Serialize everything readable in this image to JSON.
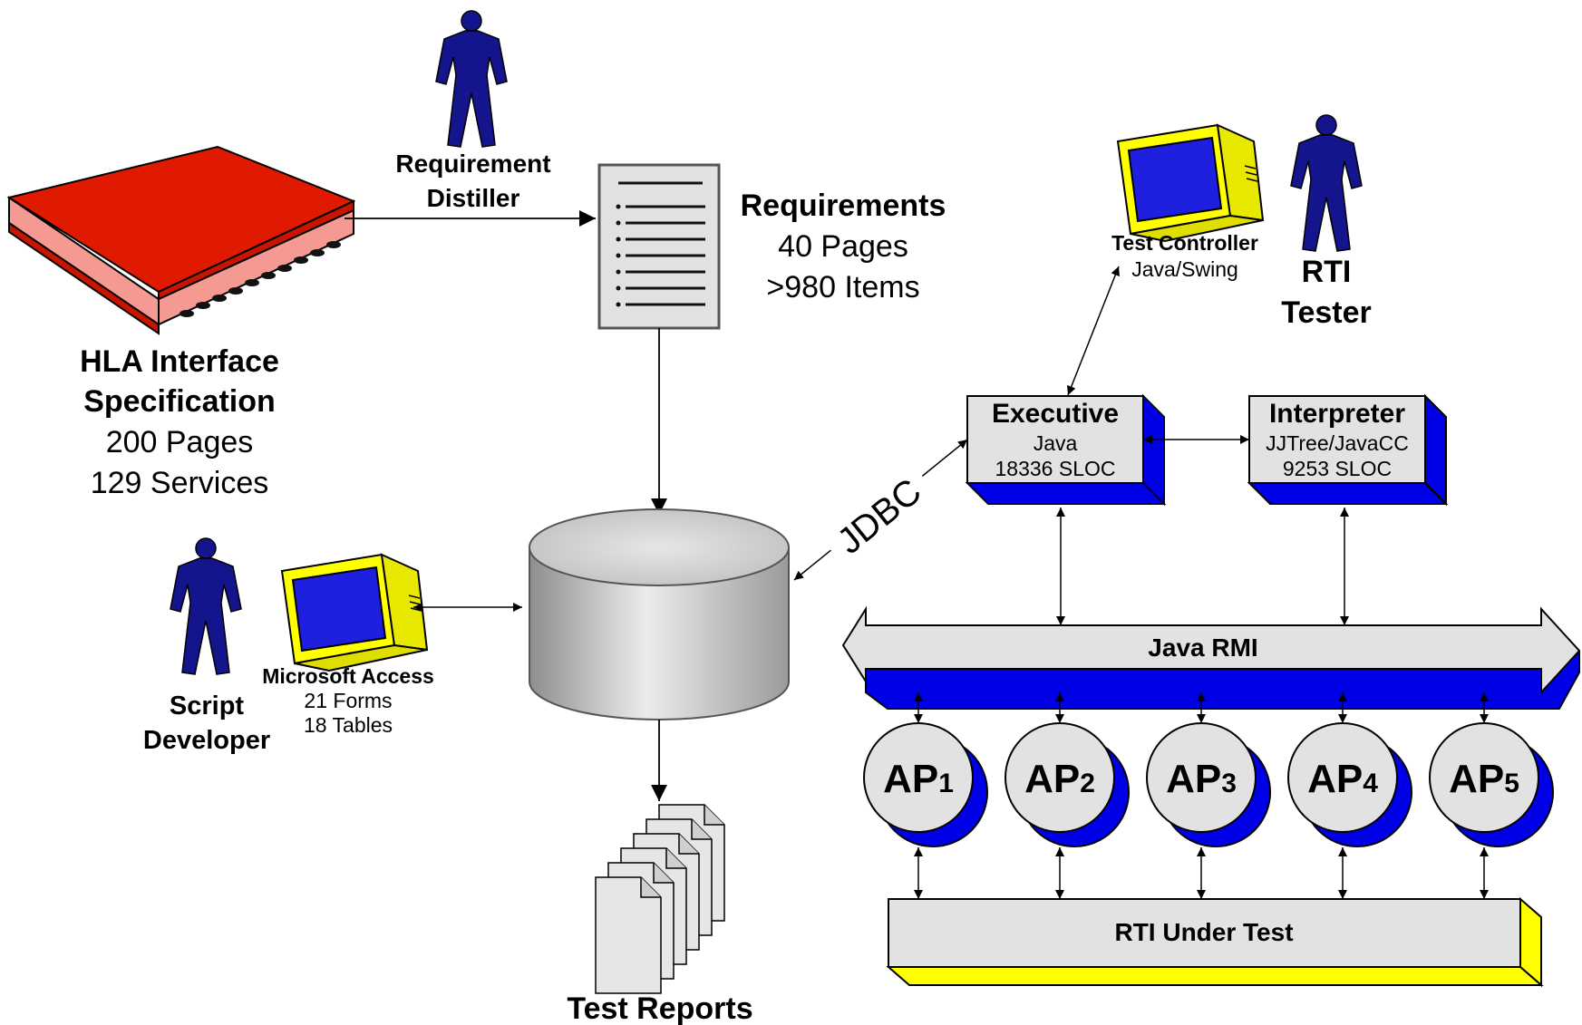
{
  "colors": {
    "figure": "#14148c",
    "monitor_body": "#ffff00",
    "screen": "#1f1fe0",
    "book_red": "#e01a00",
    "book_pages": "#f59a92",
    "deep_blue": "#0000e6",
    "box_gray": "#e2e2e2",
    "rti_yellow": "#ffff00"
  },
  "icons": [
    "person-icon",
    "book-icon",
    "document-icon",
    "monitor-icon",
    "database-icon",
    "report-stack-icon"
  ],
  "spec": {
    "title_line1": "HLA Interface",
    "title_line2": "Specification",
    "pages": "200 Pages",
    "services": "129 Services"
  },
  "distiller": {
    "line1": "Requirement",
    "line2": "Distiller"
  },
  "requirements": {
    "title": "Requirements",
    "pages": "40 Pages",
    "items": ">980 Items"
  },
  "test_controller": {
    "title": "Test Controller",
    "tech": "Java/Swing"
  },
  "rti_tester": {
    "line1": "RTI",
    "line2": "Tester"
  },
  "executive": {
    "title": "Executive",
    "tech": "Java",
    "sloc": "18336 SLOC"
  },
  "interpreter": {
    "title": "Interpreter",
    "tech": "JJTree/JavaCC",
    "sloc": "9253 SLOC"
  },
  "jdbc": "JDBC",
  "java_rmi": "Java RMI",
  "aps": [
    {
      "base": "AP",
      "sub": "1"
    },
    {
      "base": "AP",
      "sub": "2"
    },
    {
      "base": "AP",
      "sub": "3"
    },
    {
      "base": "AP",
      "sub": "4"
    },
    {
      "base": "AP",
      "sub": "5"
    }
  ],
  "rti_under_test": "RTI Under Test",
  "access": {
    "title": "Microsoft Access",
    "forms": "21 Forms",
    "tables": "18 Tables"
  },
  "script_dev": {
    "line1": "Script",
    "line2": "Developer"
  },
  "test_reports": "Test Reports"
}
